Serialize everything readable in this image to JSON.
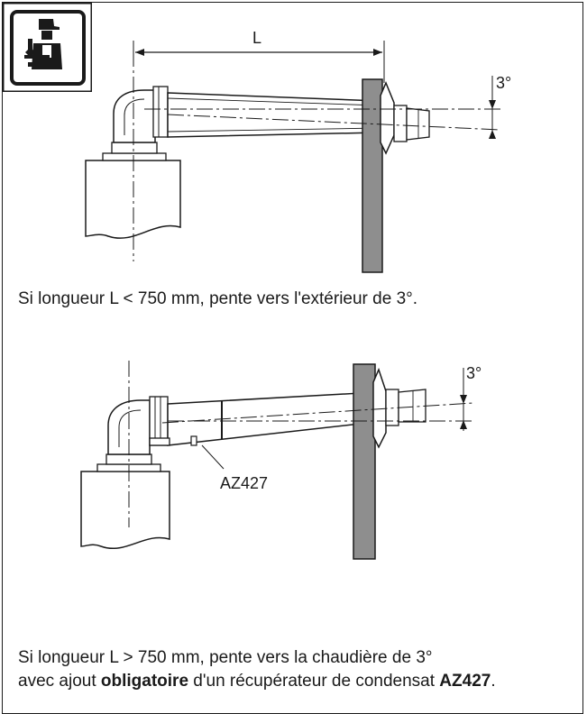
{
  "diagram1": {
    "length_label": "L",
    "angle_label": "3°",
    "caption": "Si longueur L < 750 mm, pente vers l'extérieur de 3°."
  },
  "diagram2": {
    "angle_label": "3°",
    "part_label": "AZ427",
    "caption_line1": "Si longueur L > 750 mm, pente vers la chaudière de 3°",
    "caption_line2_before": "avec ajout ",
    "caption_line2_bold1": "obligatoire",
    "caption_line2_middle": " d'un récupérateur de condensat ",
    "caption_line2_bold2": "AZ427",
    "caption_line2_after": "."
  },
  "icons": {
    "installer_badge": "installer-technician-icon"
  },
  "colors": {
    "ink": "#1a1a1a",
    "wall_fill": "#8e8e8e",
    "background": "#ffffff"
  }
}
